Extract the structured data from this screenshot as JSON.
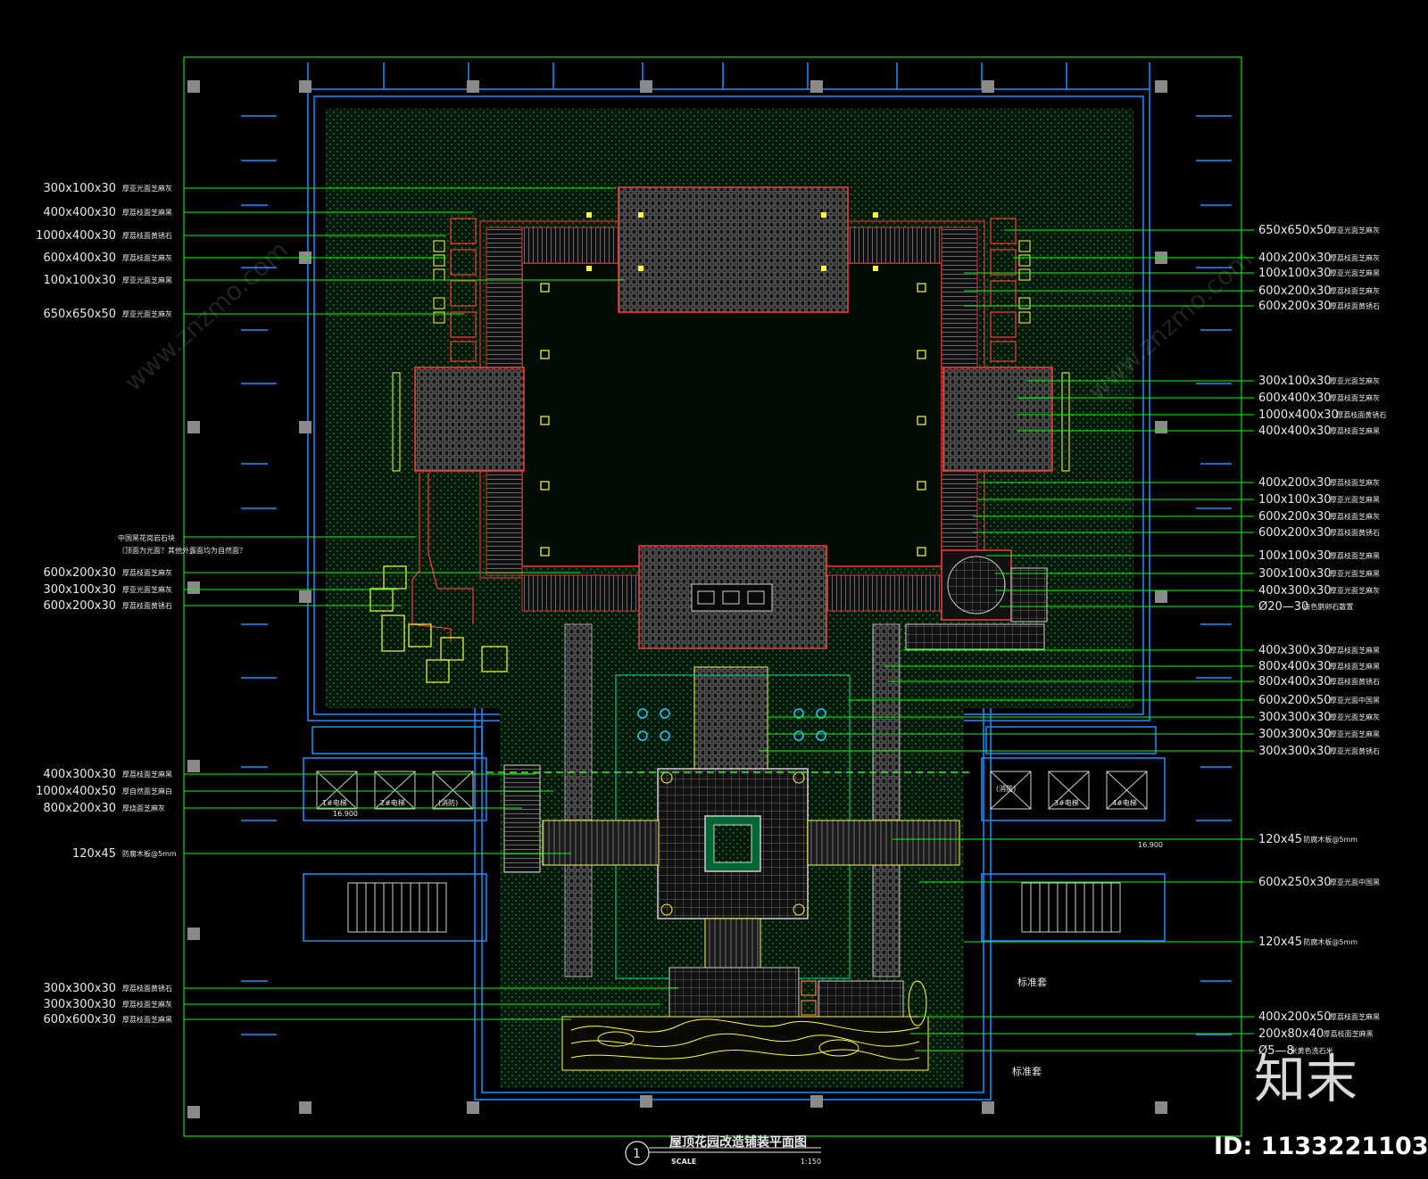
{
  "drawing": {
    "title": "屋顶花园改造铺装平面图",
    "number": "1",
    "scale_label": "SCALE",
    "scale_value": "1:150"
  },
  "rooms": {
    "lobby_left": [
      "1#电梯",
      "2#电梯",
      "(消防)"
    ],
    "lobby_right": [
      "(消防)",
      "3#电梯",
      "4#电梯"
    ],
    "level_left": "16.900",
    "level_right": "16.900",
    "standard_room_1": "标准套",
    "standard_room_2": "标准套"
  },
  "labels_left": [
    {
      "dim": "300x100x30",
      "note": "厚亚光面芝麻灰"
    },
    {
      "dim": "400x400x30",
      "note": "厚荔枝面芝麻黑"
    },
    {
      "dim": "1000x400x30",
      "note": "厚荔枝面黄锈石"
    },
    {
      "dim": "600x400x30",
      "note": "厚荔枝面芝麻灰"
    },
    {
      "dim": "100x100x30",
      "note": "厚亚光面芝麻黑"
    },
    {
      "dim": "650x650x50",
      "note": "厚亚光面芝麻灰"
    },
    {
      "dim": "",
      "note": "中国黑花岗岩石块"
    },
    {
      "dim": "",
      "note": "（顶面为光面？其他外露面均为自然面？"
    },
    {
      "dim": "600x200x30",
      "note": "厚荔枝面芝麻灰"
    },
    {
      "dim": "300x100x30",
      "note": "厚亚光面芝麻灰"
    },
    {
      "dim": "600x200x30",
      "note": "厚荔枝面黄锈石"
    },
    {
      "dim": "400x300x30",
      "note": "厚荔枝面芝麻黑"
    },
    {
      "dim": "1000x400x50",
      "note": "厚自然面芝麻白"
    },
    {
      "dim": "800x200x30",
      "note": "厚烧面芝麻灰"
    },
    {
      "dim": "120x45",
      "note": "防腐木板@5mm"
    },
    {
      "dim": "300x300x30",
      "note": "厚荔枝面黄锈石"
    },
    {
      "dim": "300x300x30",
      "note": "厚荔枝面芝麻灰"
    },
    {
      "dim": "600x600x30",
      "note": "厚荔枝面芝麻黑"
    }
  ],
  "labels_right": [
    {
      "dim": "650x650x50",
      "note": "厚亚光面芝麻灰"
    },
    {
      "dim": "400x200x30",
      "note": "厚荔枝面芝麻灰"
    },
    {
      "dim": "100x100x30",
      "note": "厚亚光面芝麻黑"
    },
    {
      "dim": "600x200x30",
      "note": "厚荔枝面芝麻灰"
    },
    {
      "dim": "600x200x30",
      "note": "厚荔枝面黄锈石"
    },
    {
      "dim": "300x100x30",
      "note": "厚亚光面芝麻灰"
    },
    {
      "dim": "600x400x30",
      "note": "厚荔枝面芝麻灰"
    },
    {
      "dim": "1000x400x30",
      "note": "厚荔枝面黄锈石"
    },
    {
      "dim": "400x400x30",
      "note": "厚荔枝面芝麻黑"
    },
    {
      "dim": "400x200x30",
      "note": "厚荔枝面芝麻灰"
    },
    {
      "dim": "100x100x30",
      "note": "厚亚光面芝麻黑"
    },
    {
      "dim": "600x200x30",
      "note": "厚荔枝面芝麻灰"
    },
    {
      "dim": "600x200x30",
      "note": "厚荔枝面黄锈石"
    },
    {
      "dim": "100x100x30",
      "note": "厚荔枝面芝麻黑"
    },
    {
      "dim": "300x100x30",
      "note": "厚亚光面芝麻黑"
    },
    {
      "dim": "400x300x30",
      "note": "厚亚光面芝麻灰"
    },
    {
      "dim": "Ø20—30",
      "note": "白色鹅卵石散置"
    },
    {
      "dim": "400x300x30",
      "note": "厚荔枝面芝麻黑"
    },
    {
      "dim": "800x400x30",
      "note": "厚荔枝面芝麻黑"
    },
    {
      "dim": "800x400x30",
      "note": "厚荔枝面黄锈石"
    },
    {
      "dim": "600x200x50",
      "note": "厚亚光面中国黑"
    },
    {
      "dim": "300x300x30",
      "note": "厚亚光面芝麻灰"
    },
    {
      "dim": "300x300x30",
      "note": "厚亚光面芝麻黑"
    },
    {
      "dim": "300x300x30",
      "note": "厚亚光面黄锈石"
    },
    {
      "dim": "120x45",
      "note": "防腐木板@5mm"
    },
    {
      "dim": "600x250x30",
      "note": "厚亚光面中国黑"
    },
    {
      "dim": "120x45",
      "note": "防腐木板@5mm"
    },
    {
      "dim": "400x200x50",
      "note": "厚荔枝面芝麻黑"
    },
    {
      "dim": "200x80x40",
      "note": "厚荔枝面芝麻黑"
    },
    {
      "dim": "Ø5—8",
      "note": "米黄色洗石米"
    }
  ],
  "watermark": {
    "brand": "知末",
    "id_text": "ID: 1133221103",
    "site": "www.znzmo.com"
  },
  "colors": {
    "background": "#000000",
    "structure": "#1e90ff",
    "leader": "#00ff00",
    "planting": "#0a3a14",
    "paving_red": "#ff3b3b",
    "accent_yellow": "#ffff33",
    "columns": "#8a8a8a"
  }
}
